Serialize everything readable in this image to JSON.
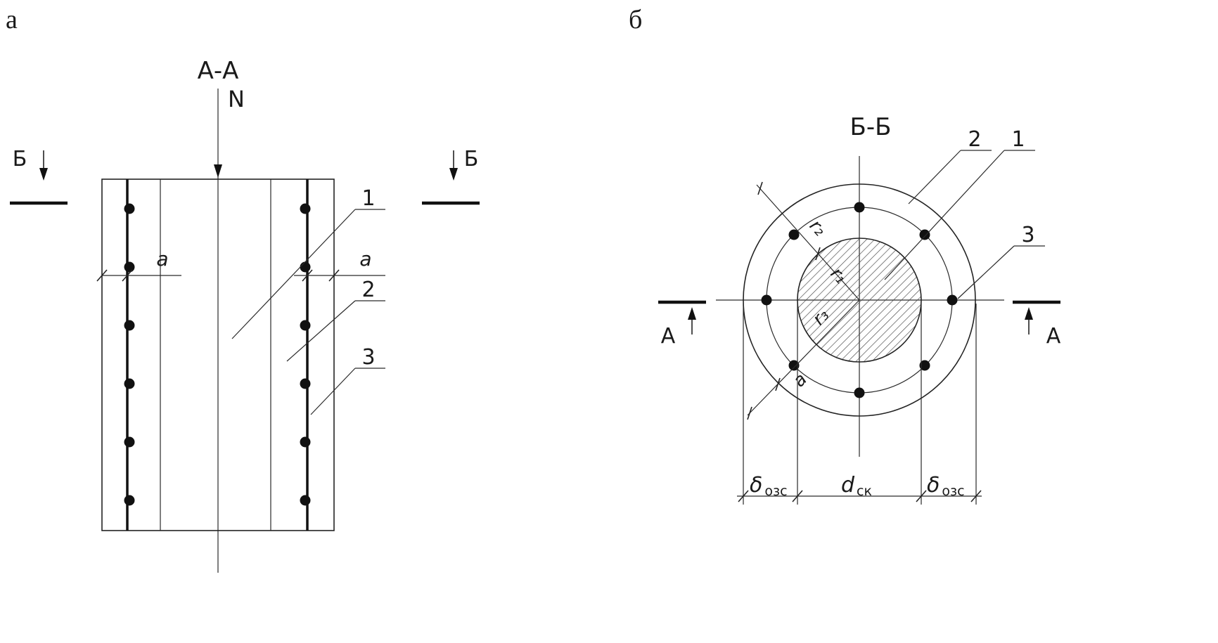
{
  "page": {
    "panel_label_left": "а",
    "panel_label_right": "б"
  },
  "section_a": {
    "title": "А-А",
    "force_label": "N",
    "cut_label": "Б",
    "dim_label": "a",
    "callout_1": "1",
    "callout_2": "2",
    "callout_3": "3"
  },
  "section_b": {
    "title": "Б-Б",
    "cut_label": "А",
    "callout_1": "1",
    "callout_2": "2",
    "callout_3": "3",
    "radius_r1": "r₁",
    "radius_r2": "r₂",
    "radius_r3": "r₃",
    "dim_a": "a",
    "dim_left_symbol": "δ",
    "dim_left_sub": "озс",
    "dim_mid_symbol": "d",
    "dim_mid_sub": "ск",
    "dim_right_symbol": "δ",
    "dim_right_sub": "озс"
  }
}
